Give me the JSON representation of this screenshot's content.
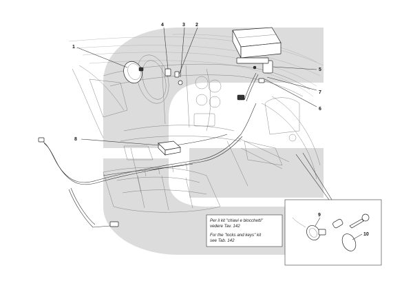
{
  "callouts": [
    {
      "id": "1",
      "label": "1"
    },
    {
      "id": "2",
      "label": "2"
    },
    {
      "id": "3",
      "label": "3"
    },
    {
      "id": "4",
      "label": "4"
    },
    {
      "id": "5",
      "label": "5"
    },
    {
      "id": "6",
      "label": "6"
    },
    {
      "id": "7",
      "label": "7"
    },
    {
      "id": "8",
      "label": "8"
    },
    {
      "id": "9",
      "label": "9"
    },
    {
      "id": "10",
      "label": "10"
    }
  ],
  "note": {
    "it_line1": "Per il kit \"chiavi e blocchetti\"",
    "it_line2": "vedere Tav. 142",
    "en_line1": "For the \"locks and keys\" kit",
    "en_line2": "see Tab. 142"
  },
  "colors": {
    "watermark": "#d6d6d6",
    "line": "#333333"
  }
}
